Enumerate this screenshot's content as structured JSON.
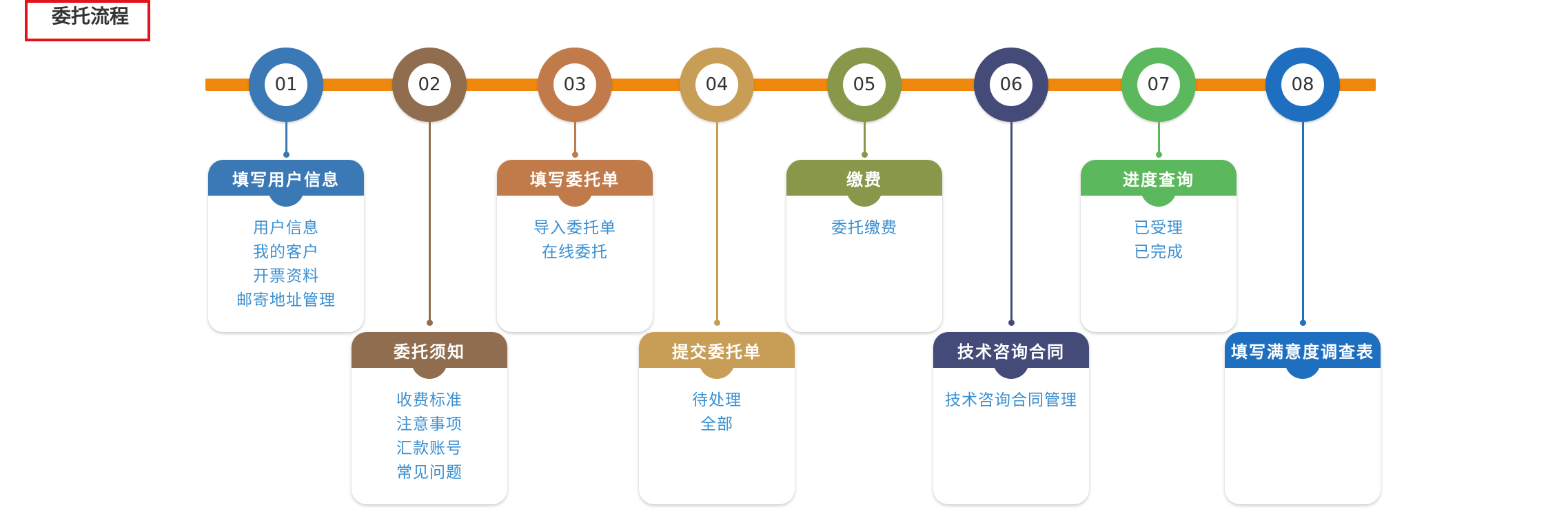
{
  "page": {
    "title": "委托流程"
  },
  "colors": {
    "track": "#f0880d",
    "link": "#3a8fd1",
    "title_box": "#e1141b"
  },
  "steps": [
    {
      "number": "01",
      "color": "#3a78b6",
      "title": "填写用户信息",
      "items": [
        "用户信息",
        "我的客户",
        "开票资料",
        "邮寄地址管理"
      ]
    },
    {
      "number": "02",
      "color": "#8f6d4e",
      "title": "委托须知",
      "items": [
        "收费标准",
        "注意事项",
        "汇款账号",
        "常见问题"
      ]
    },
    {
      "number": "03",
      "color": "#c17a4a",
      "title": "填写委托单",
      "items": [
        "导入委托单",
        "在线委托"
      ]
    },
    {
      "number": "04",
      "color": "#c89d56",
      "title": "提交委托单",
      "items": [
        "待处理",
        "全部"
      ]
    },
    {
      "number": "05",
      "color": "#87984a",
      "title": "缴费",
      "items": [
        "委托缴费"
      ]
    },
    {
      "number": "06",
      "color": "#454b78",
      "title": "技术咨询合同",
      "items": [
        "技术咨询合同管理"
      ]
    },
    {
      "number": "07",
      "color": "#5cb85c",
      "title": "进度查询",
      "items": [
        "已受理",
        "已完成"
      ]
    },
    {
      "number": "08",
      "color": "#1f6fc0",
      "title": "填写满意度调查表",
      "items": []
    }
  ]
}
